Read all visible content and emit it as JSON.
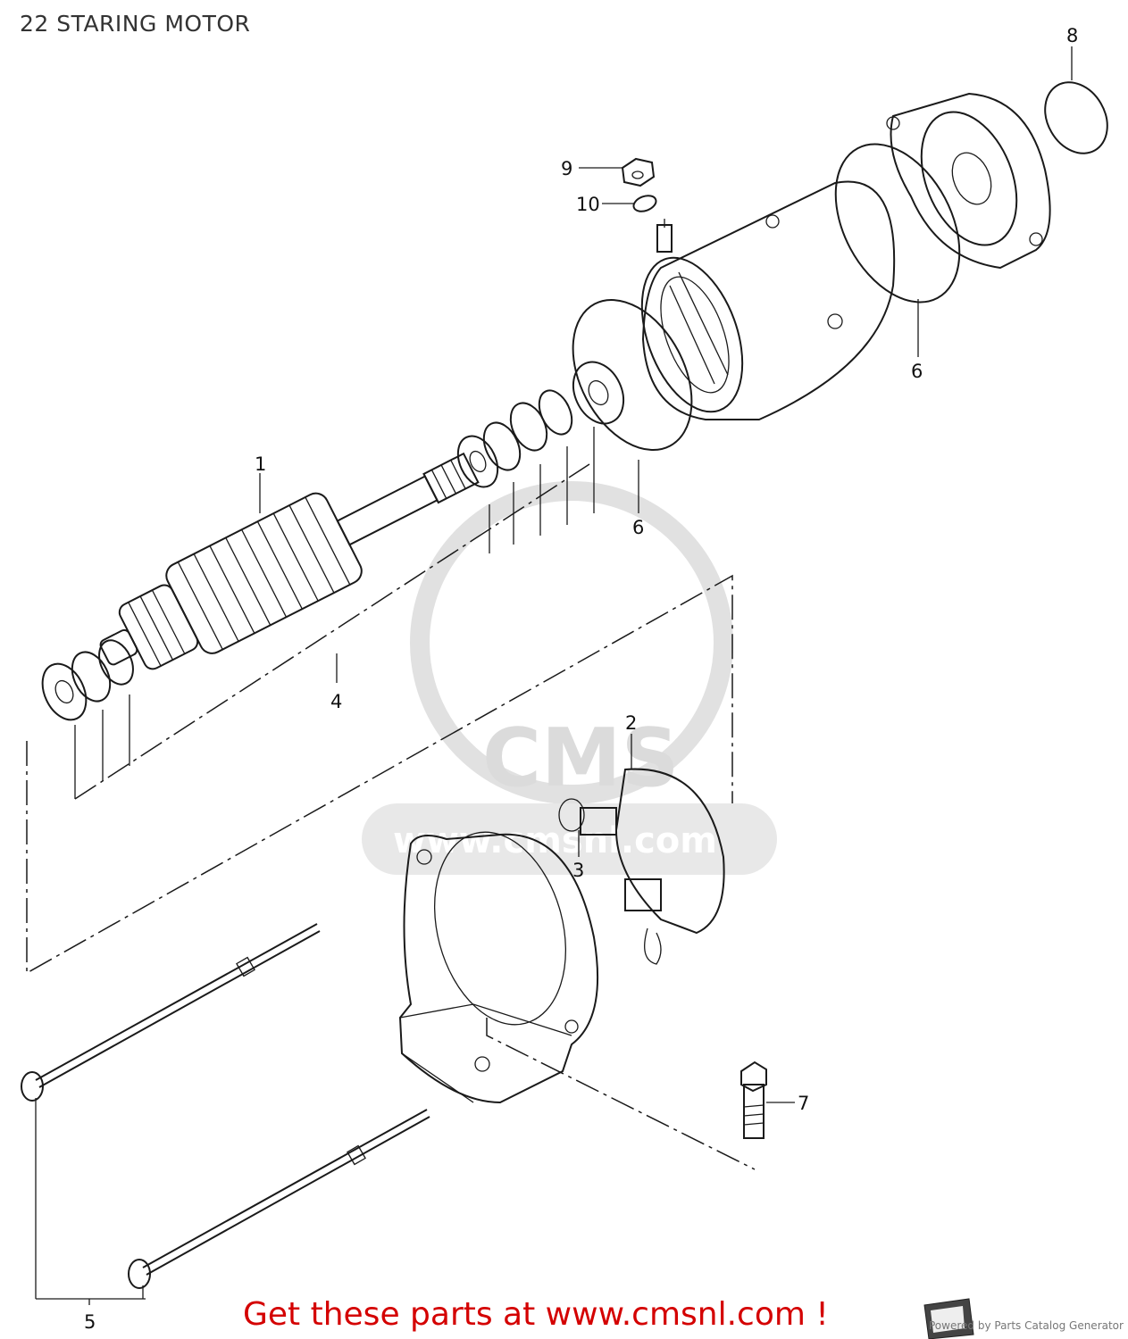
{
  "page_title": "22 STARING MOTOR",
  "banner": "Get these parts at www.cmsnl.com !",
  "footer": "Powered by Parts Catalog Generator",
  "watermark": {
    "logo_text": "CMS",
    "url_text": "www.cmsnl.com"
  },
  "callouts": [
    "1",
    "2",
    "3",
    "4",
    "5",
    "6",
    "6",
    "7",
    "8",
    "9",
    "10"
  ],
  "colors": {
    "banner": "#d40000",
    "line_art": "#1a1a1a",
    "watermark": "#d8d8d8"
  }
}
